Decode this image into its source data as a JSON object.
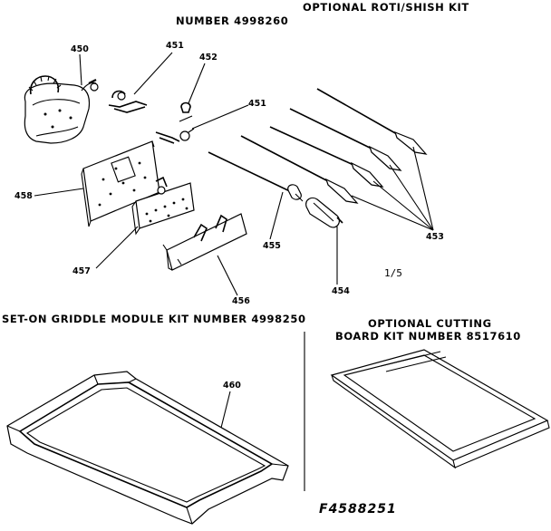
{
  "sections": {
    "roti_title_line1": "OPTIONAL ROTI/SHISH KIT",
    "roti_title_line2": "NUMBER 4998260",
    "griddle_title": "SET-ON GRIDDLE MODULE KIT NUMBER 4998250",
    "cutting_title_line1": "OPTIONAL CUTTING",
    "cutting_title_line2": "BOARD KIT NUMBER 8517610"
  },
  "part_numbers": {
    "motor": "450",
    "bracket_a": "451",
    "bracket_b": "451",
    "clip": "452",
    "skewers": "453",
    "handle": "454",
    "spit_rod": "455",
    "support": "456",
    "spit_bracket": "457",
    "mount_plate": "458",
    "griddle": "460"
  },
  "scale_note": "1/5",
  "figure_id": "F4588251"
}
